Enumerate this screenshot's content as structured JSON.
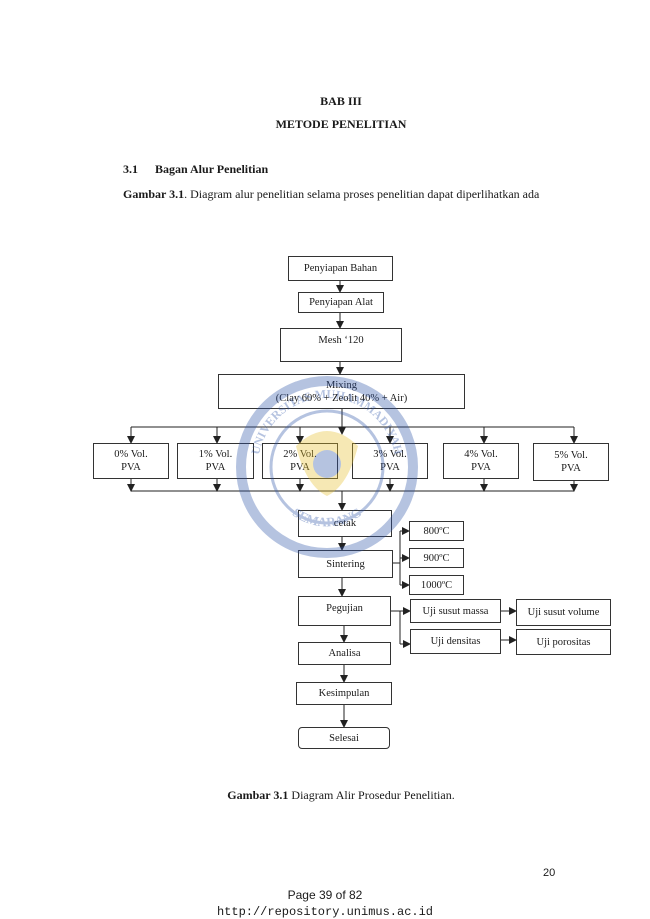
{
  "chapter": {
    "label": "BAB III",
    "title": "METODE PENELITIAN"
  },
  "section": {
    "number": "3.1",
    "title": "Bagan Alur Penelitian"
  },
  "intro": {
    "ref": "Gambar 3.1",
    "text": ". Diagram alur penelitian selama proses penelitian dapat diperlihatkan ada"
  },
  "flow": {
    "prep_material": "Penyiapan Bahan",
    "prep_tools": "Penyiapan Alat",
    "mesh": "Mesh ‘120",
    "mixing": "Mixing\n(Clay 60% + Zeolit 40% + Air)",
    "pva": [
      "0%  Vol.\nPVA",
      "1%  Vol.\nPVA",
      "2%  Vol.\nPVA",
      "3%  Vol.\nPVA",
      "4%  Vol.\nPVA",
      "5%  Vol.\nPVA"
    ],
    "mold": "cetak",
    "sintering": "Sintering",
    "temps": [
      "800ºC",
      "900ºC",
      "1000ºC"
    ],
    "testing": "Pegujian",
    "tests": [
      "Uji susut massa",
      "Uji densitas"
    ],
    "tests_right": [
      "Uji susut volume",
      "Uji porositas"
    ],
    "analysis": "Analisa",
    "conclusion": "Kesimpulan",
    "end": "Selesai"
  },
  "caption": {
    "ref": "Gambar 3.1",
    "text": " Diagram Alir Prosedur Penelitian."
  },
  "page_number": "20",
  "footer": {
    "page": "Page 39 of 82",
    "url": "http://repository.unimus.ac.id"
  },
  "watermark": {
    "top_text": "UNIVERSITAS MUHAMMADIYAH",
    "bottom_text": "SEMARANG"
  }
}
